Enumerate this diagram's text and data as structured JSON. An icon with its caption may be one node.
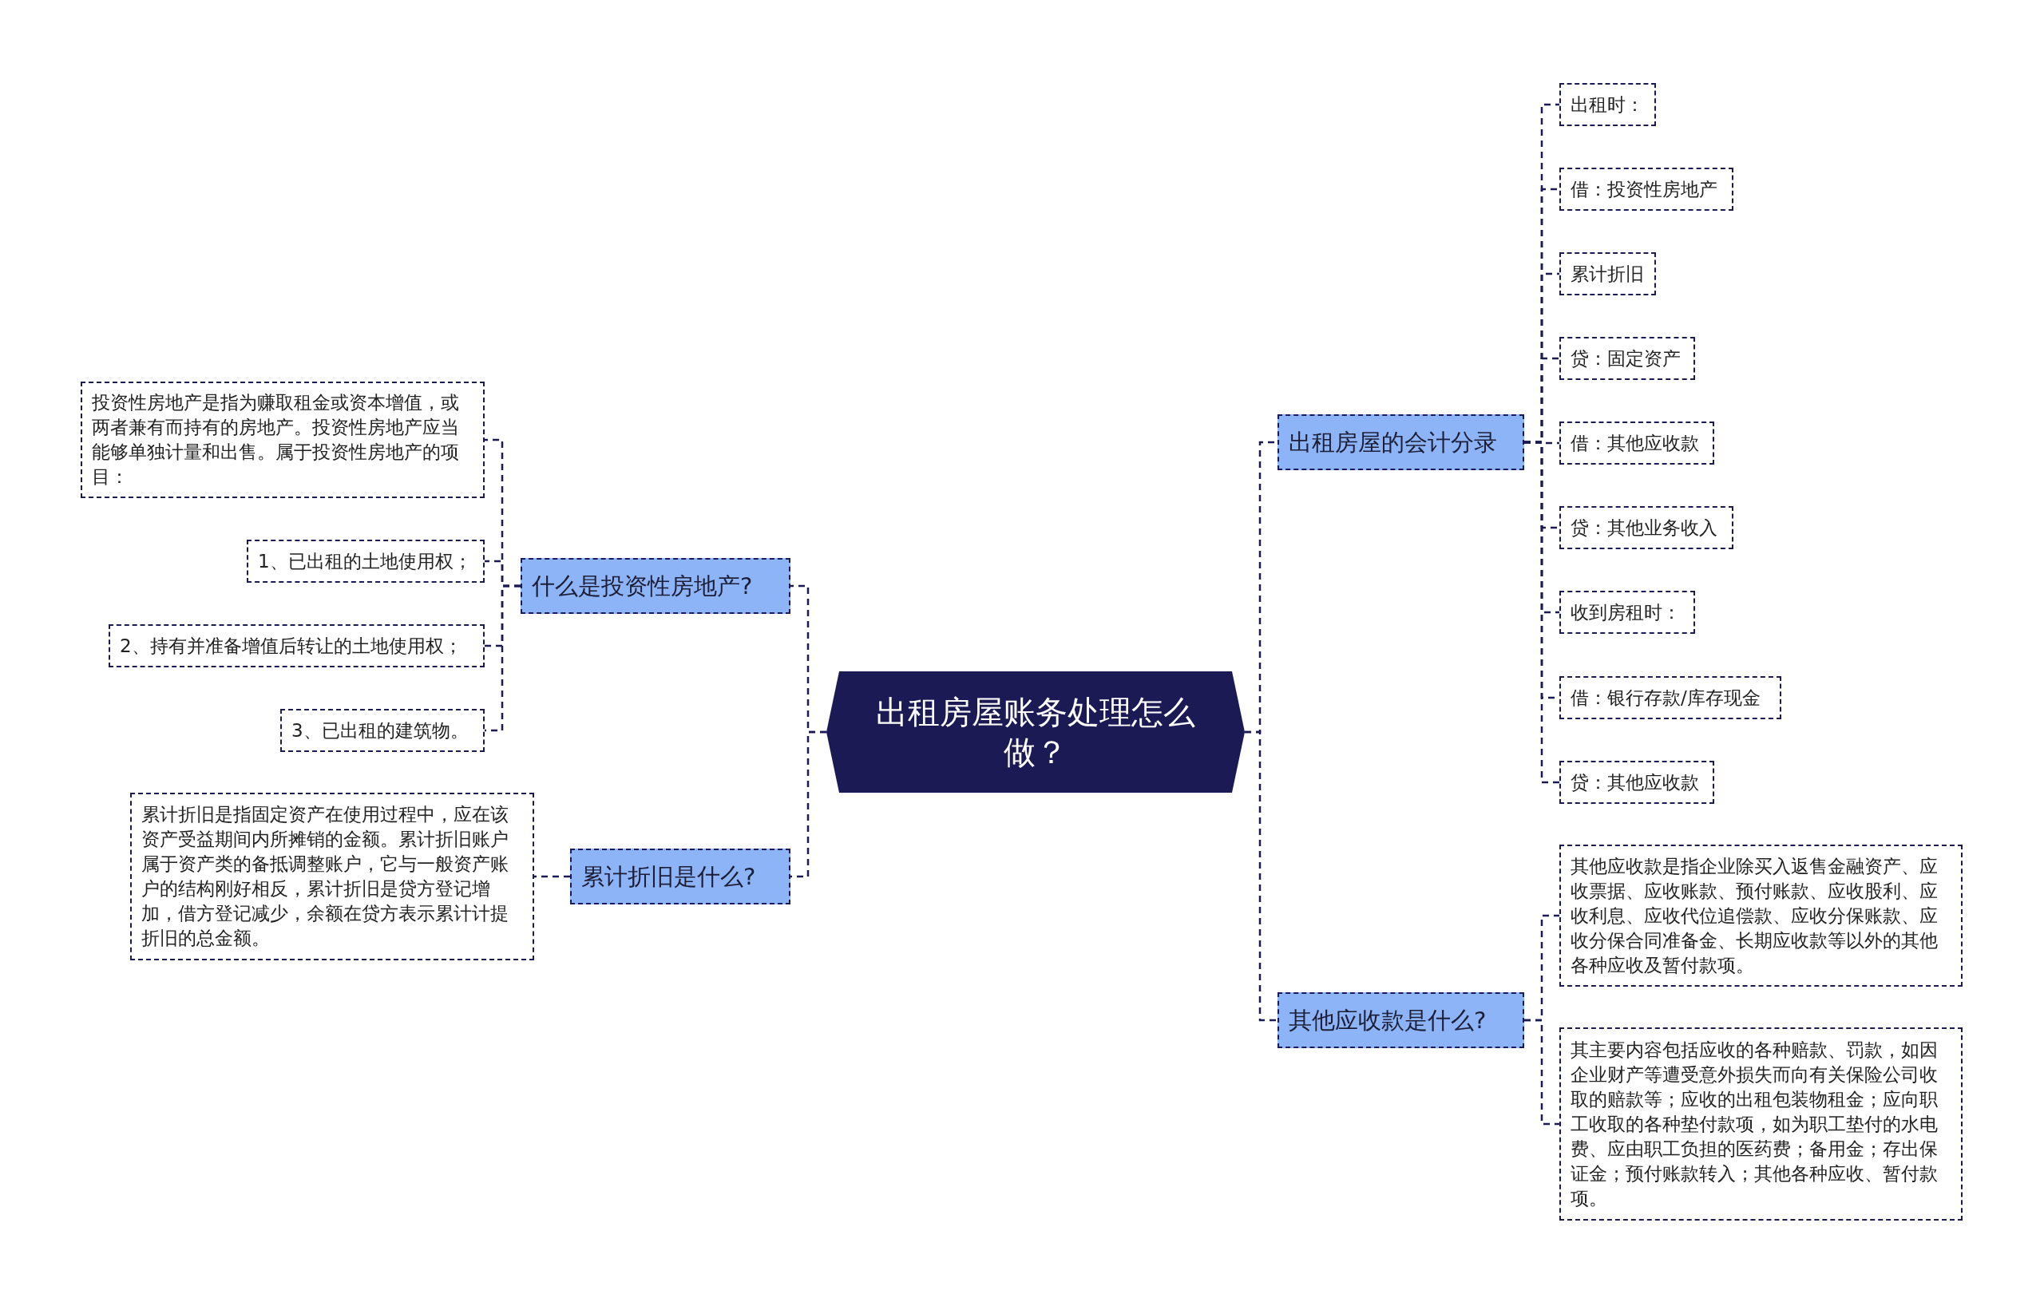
{
  "diagram": {
    "nodes": [
      {
        "text": [
          "出租房屋账务处理怎么做？"
        ]
      },
      {
        "text": [
          "什么是投资性房地产?"
        ]
      },
      {
        "text": [
          "投资性房地产是指为赚取租金或资本增值，或两者兼有而持有的房地产。投资性房地产应当能够单独计量和出售。属于投资性房地产的项目："
        ]
      },
      {
        "text": [
          "1、已出租的土地使用权；"
        ]
      },
      {
        "text": [
          "2、持有并准备增值后转让的土地使用权；"
        ]
      },
      {
        "text": [
          "3、已出租的建筑物。"
        ]
      },
      {
        "text": [
          "累计折旧是什么?"
        ]
      },
      {
        "text": [
          "累计折旧是指固定资产在使用过程中，应在该资产受益期间内所摊销的金额。累计折旧账户属于资产类的备抵调整账户，它与一般资产账户的结构刚好相反，累计折旧是贷方登记增加，借方登记减少，余额在贷方表示累计计提折旧的总金额。"
        ]
      },
      {
        "text": [
          "出租房屋的会计分录"
        ]
      },
      {
        "text": [
          "出租时："
        ]
      },
      {
        "text": [
          "借：投资性房地产"
        ]
      },
      {
        "text": [
          "累计折旧"
        ]
      },
      {
        "text": [
          "贷：固定资产"
        ]
      },
      {
        "text": [
          "借：其他应收款"
        ]
      },
      {
        "text": [
          "贷：其他业务收入"
        ]
      },
      {
        "text": [
          "收到房租时："
        ]
      },
      {
        "text": [
          "借：银行存款/库存现金"
        ]
      },
      {
        "text": [
          "贷：其他应收款"
        ]
      },
      {
        "text": [
          "其他应收款是什么?"
        ]
      },
      {
        "text": [
          "其他应收款是指企业除买入返售金融资产、应收票据、应收账款、预付账款、应收股利、应收利息、应收代位追偿款、应收分保账款、应收分保合同准备金、长期应收款等以外的其他各种应收及暂付款项。"
        ]
      },
      {
        "text": [
          "其主要内容包括应收的各种赔款、罚款，如因企业财产等遭受意外损失而向有关保险公司收取的赔款等；应收的出租包装物租金；应向职工收取的各种垫付款项，如为职工垫付的水电费、应由职工负担的医药费；备用金；存出保证金；预付账款转入；其他各种应收、暂付款项。"
        ]
      }
    ],
    "edges": [
      {
        "from": 0,
        "to": 1,
        "arrow": "none"
      },
      {
        "from": 1,
        "to": 2,
        "arrow": "none"
      },
      {
        "from": 1,
        "to": 3,
        "arrow": "none"
      },
      {
        "from": 1,
        "to": 4,
        "arrow": "none"
      },
      {
        "from": 1,
        "to": 5,
        "arrow": "none"
      },
      {
        "from": 0,
        "to": 6,
        "arrow": "none"
      },
      {
        "from": 6,
        "to": 7,
        "arrow": "none"
      },
      {
        "from": 0,
        "to": 8,
        "arrow": "none"
      },
      {
        "from": 8,
        "to": 9,
        "arrow": "none"
      },
      {
        "from": 8,
        "to": 10,
        "arrow": "none"
      },
      {
        "from": 8,
        "to": 11,
        "arrow": "none"
      },
      {
        "from": 8,
        "to": 12,
        "arrow": "none"
      },
      {
        "from": 8,
        "to": 13,
        "arrow": "none"
      },
      {
        "from": 8,
        "to": 14,
        "arrow": "none"
      },
      {
        "from": 8,
        "to": 15,
        "arrow": "none"
      },
      {
        "from": 8,
        "to": 16,
        "arrow": "none"
      },
      {
        "from": 8,
        "to": 17,
        "arrow": "none"
      },
      {
        "from": 0,
        "to": 18,
        "arrow": "none"
      },
      {
        "from": 18,
        "to": 19,
        "arrow": "none"
      },
      {
        "from": 18,
        "to": 20,
        "arrow": "none"
      }
    ]
  }
}
